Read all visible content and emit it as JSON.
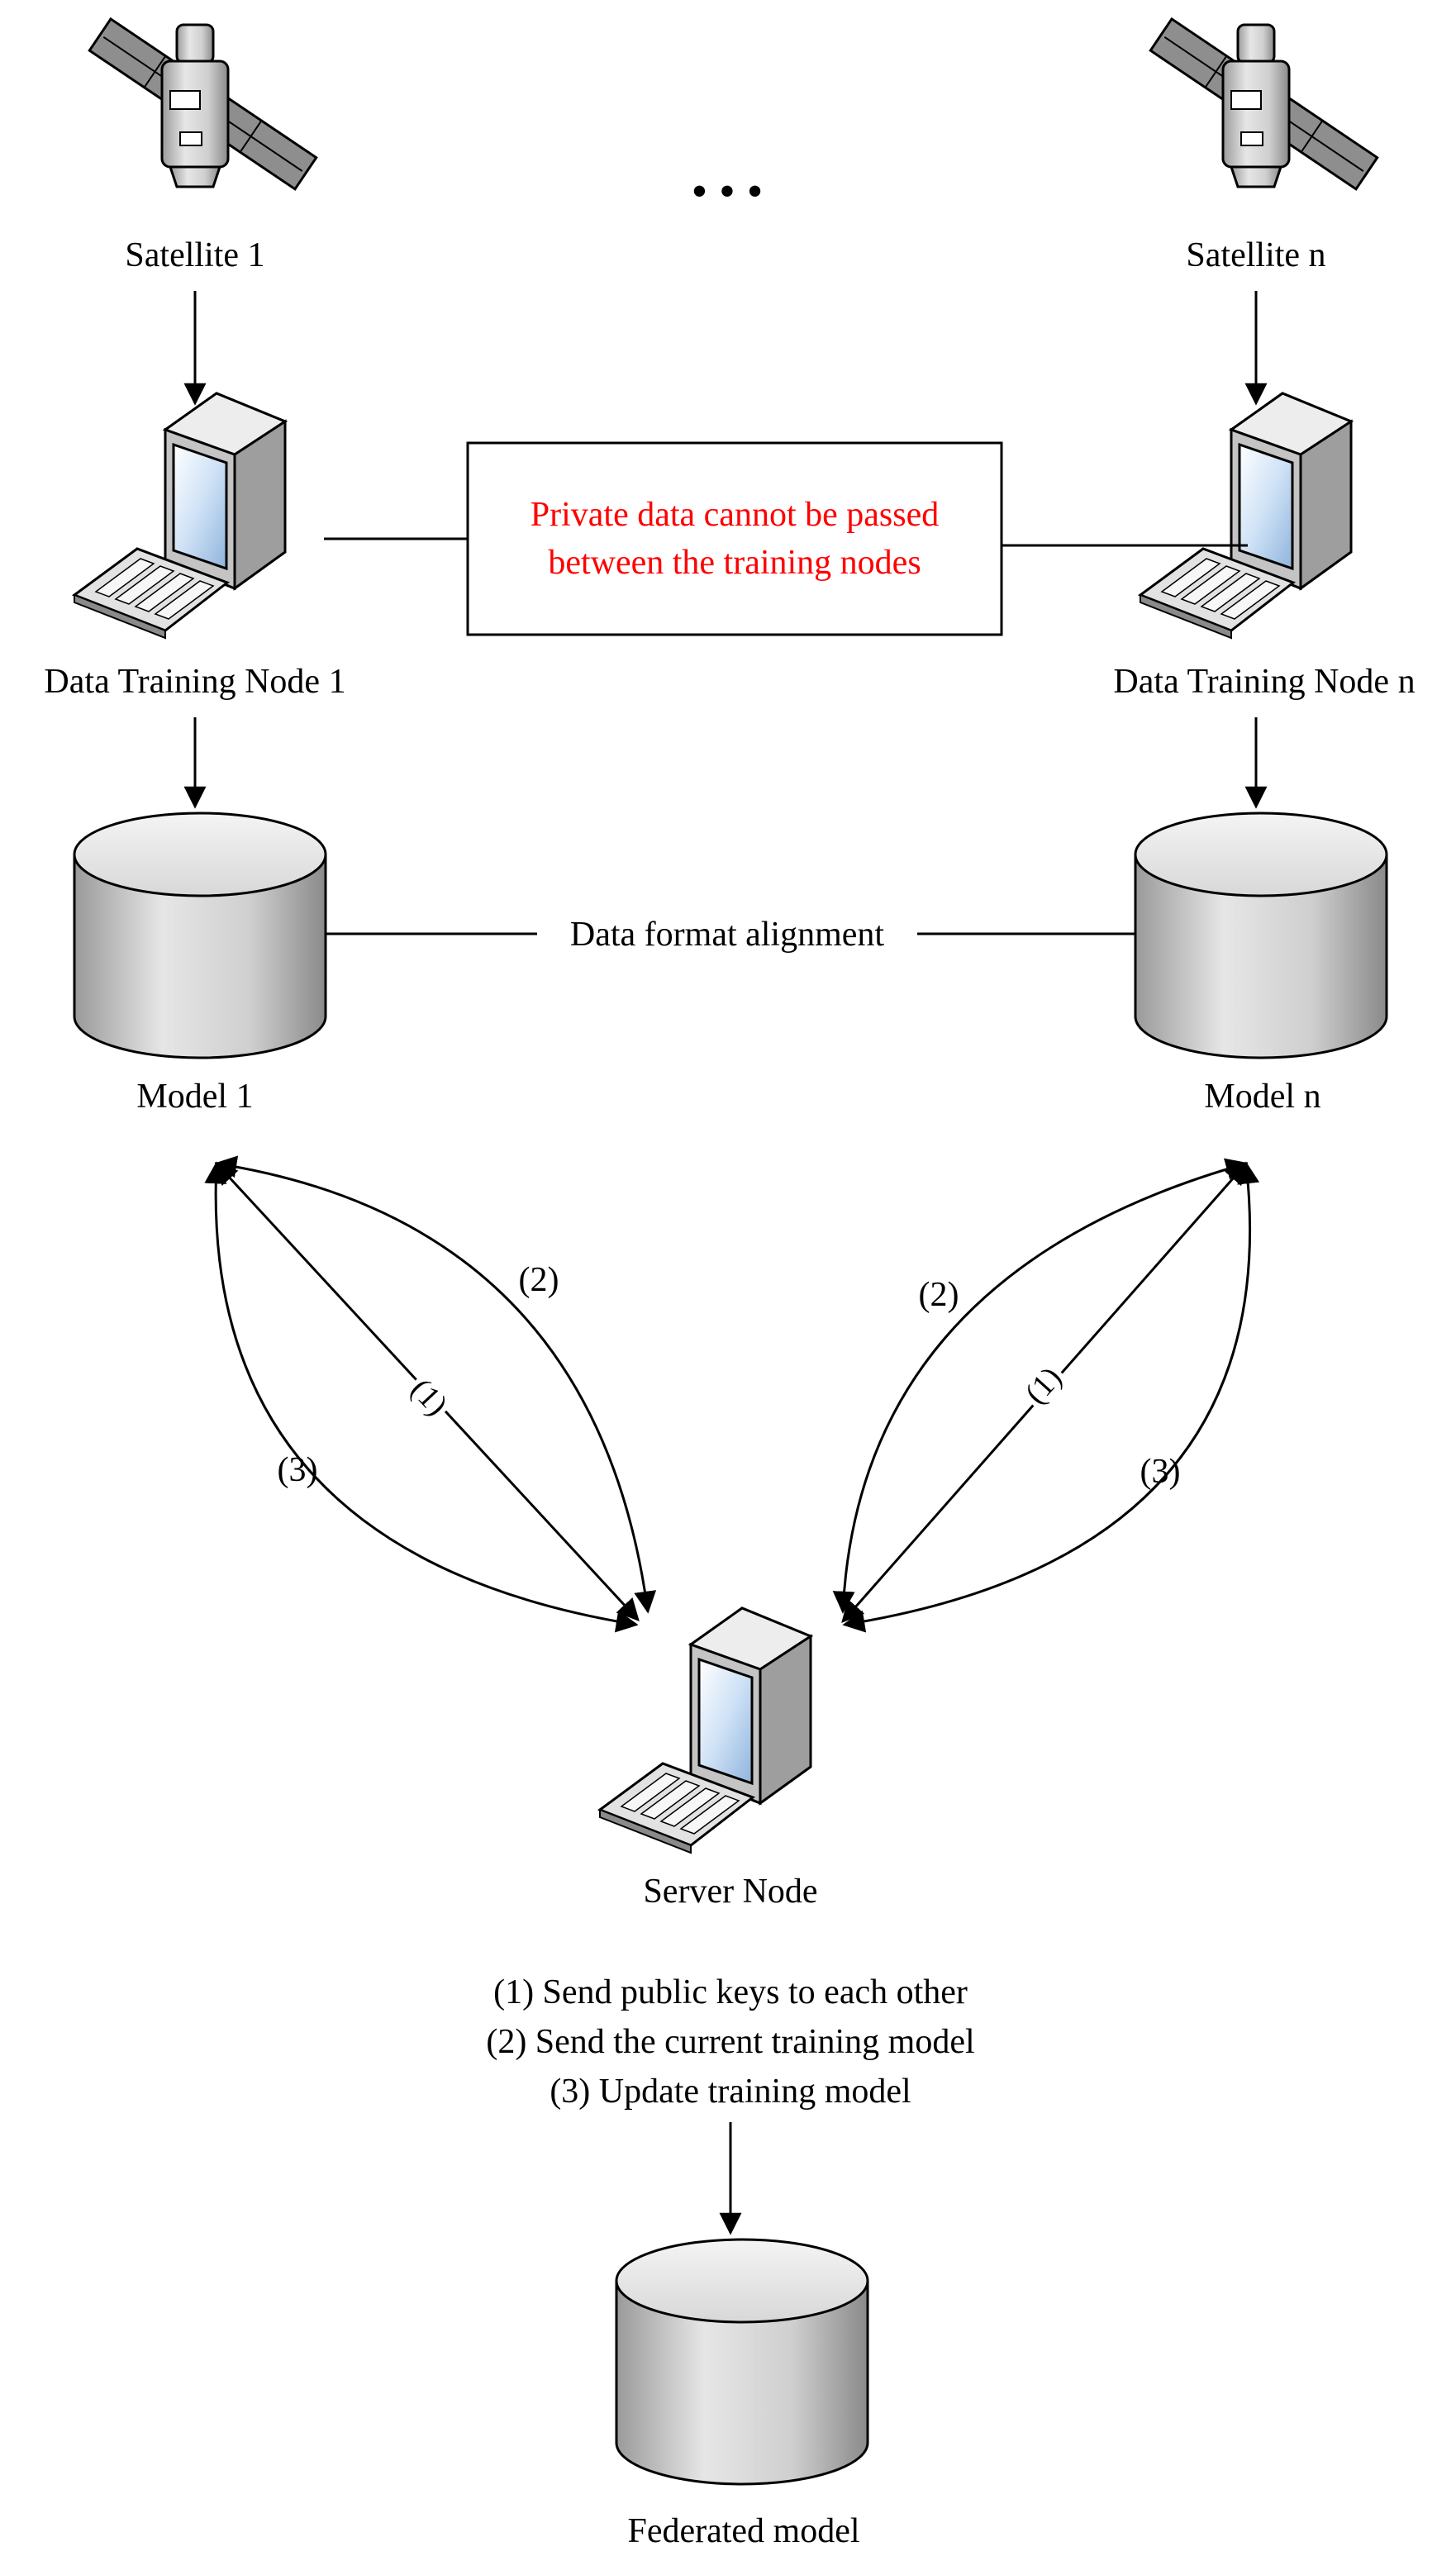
{
  "nodes": {
    "satellite_1": "Satellite 1",
    "satellite_n": "Satellite n",
    "ellipsis": "• • •",
    "training_node_1": "Data Training Node 1",
    "training_node_n": "Data Training Node n",
    "model_1": "Model 1",
    "model_n": "Model n",
    "server_node": "Server Node",
    "federated_model": "Federated model"
  },
  "notes": {
    "private_line1": "Private data cannot be passed",
    "private_line2": "between the training nodes",
    "alignment": "Data format alignment"
  },
  "steps": {
    "step1": "(1)",
    "step2": "(2)",
    "step3": "(3)"
  },
  "legend": {
    "line1": "(1) Send public keys to each other",
    "line2": "(2) Send the current training model",
    "line3": "(3) Update training model"
  },
  "colors": {
    "note_text": "#ff0000",
    "stroke": "#000000"
  },
  "icons": [
    "satellite-icon",
    "computer-icon",
    "database-icon"
  ]
}
